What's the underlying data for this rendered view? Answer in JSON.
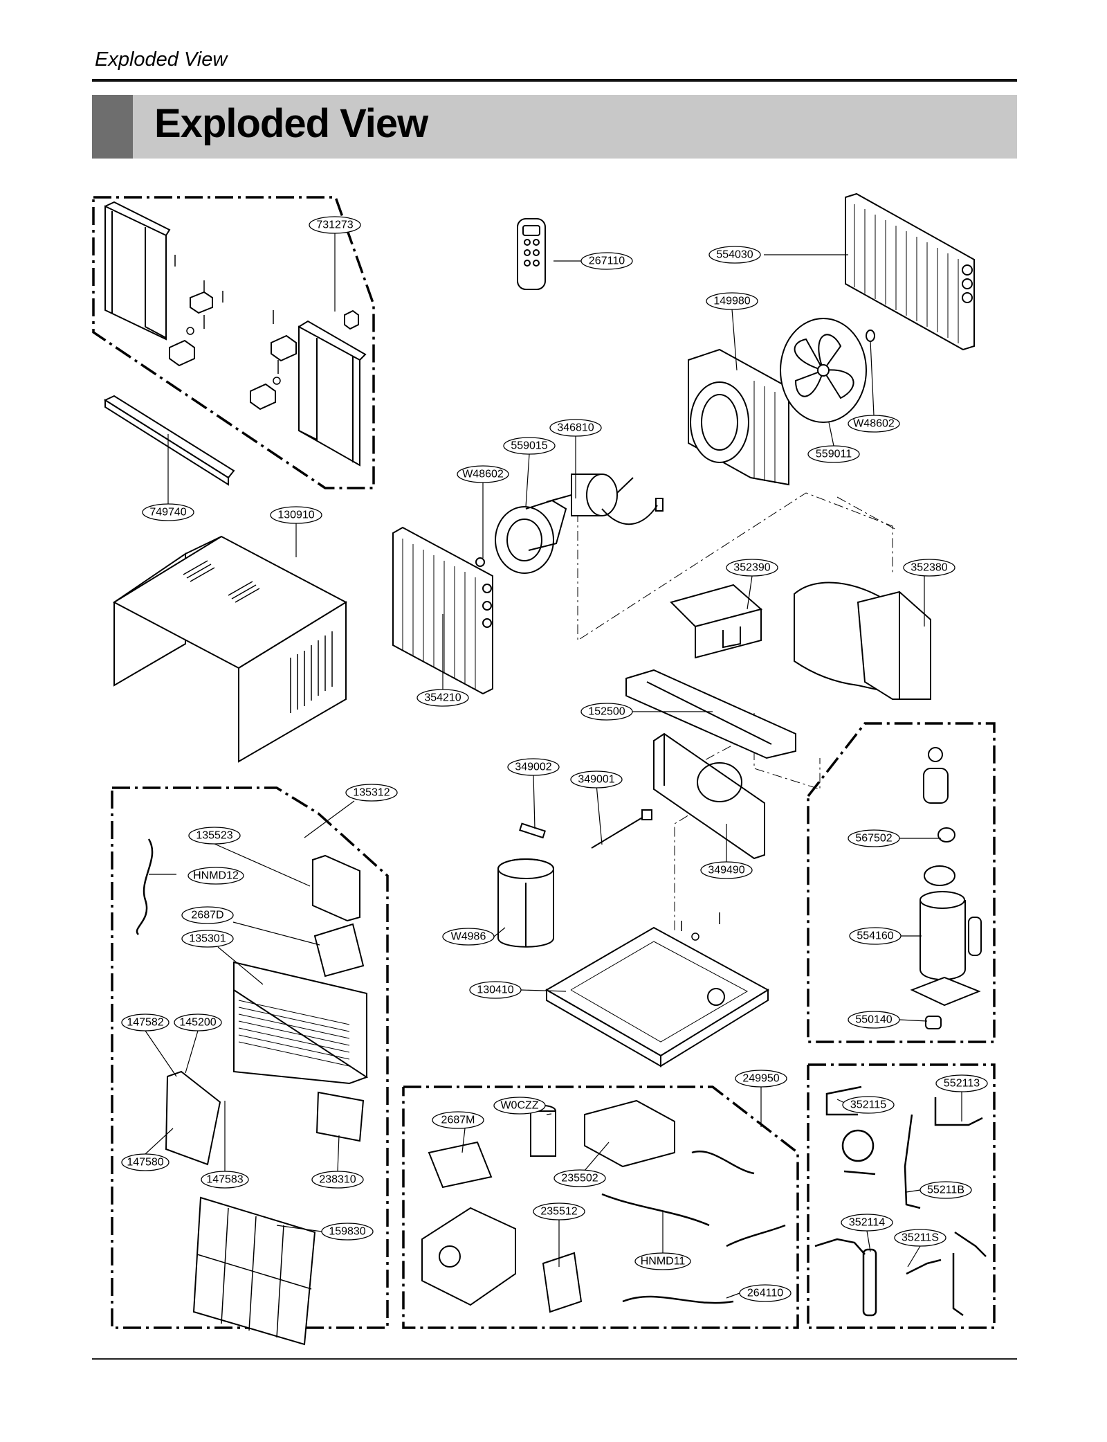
{
  "header": {
    "running_head": "Exploded View",
    "title": "Exploded View"
  },
  "parts": [
    {
      "id": "p731273",
      "label": "731273"
    },
    {
      "id": "p267110",
      "label": "267110"
    },
    {
      "id": "p554030",
      "label": "554030"
    },
    {
      "id": "p149980",
      "label": "149980"
    },
    {
      "id": "pW48602a",
      "label": "W48602"
    },
    {
      "id": "p559011",
      "label": "559011"
    },
    {
      "id": "p346810",
      "label": "346810"
    },
    {
      "id": "p559015",
      "label": "559015"
    },
    {
      "id": "pW48602b",
      "label": "W48602"
    },
    {
      "id": "p749740",
      "label": "749740"
    },
    {
      "id": "p130910",
      "label": "130910"
    },
    {
      "id": "p352390",
      "label": "352390"
    },
    {
      "id": "p352380",
      "label": "352380"
    },
    {
      "id": "p354210",
      "label": "354210"
    },
    {
      "id": "p152500",
      "label": "152500"
    },
    {
      "id": "p349002",
      "label": "349002"
    },
    {
      "id": "p349001",
      "label": "349001"
    },
    {
      "id": "p135312",
      "label": "135312"
    },
    {
      "id": "p135523",
      "label": "135523"
    },
    {
      "id": "pHNMD12",
      "label": "HNMD12"
    },
    {
      "id": "p2687D",
      "label": "2687D"
    },
    {
      "id": "p135301",
      "label": "135301"
    },
    {
      "id": "p567502",
      "label": "567502"
    },
    {
      "id": "p349490",
      "label": "349490"
    },
    {
      "id": "pW4986",
      "label": "W4986"
    },
    {
      "id": "p554160",
      "label": "554160"
    },
    {
      "id": "p130410",
      "label": "130410"
    },
    {
      "id": "p147582",
      "label": "147582"
    },
    {
      "id": "p145200",
      "label": "145200"
    },
    {
      "id": "p550140",
      "label": "550140"
    },
    {
      "id": "p249950",
      "label": "249950"
    },
    {
      "id": "p552113",
      "label": "552113"
    },
    {
      "id": "p352115",
      "label": "352115"
    },
    {
      "id": "pW0CZZ",
      "label": "W0CZZ"
    },
    {
      "id": "p2687M",
      "label": "2687M"
    },
    {
      "id": "p147580",
      "label": "147580"
    },
    {
      "id": "p147583",
      "label": "147583"
    },
    {
      "id": "p238310",
      "label": "238310"
    },
    {
      "id": "p235502",
      "label": "235502"
    },
    {
      "id": "p55211B",
      "label": "55211B"
    },
    {
      "id": "p235512",
      "label": "235512"
    },
    {
      "id": "p352114",
      "label": "352114"
    },
    {
      "id": "p35211S",
      "label": "35211S"
    },
    {
      "id": "p159830",
      "label": "159830"
    },
    {
      "id": "pHNMD11",
      "label": "HNMD11"
    },
    {
      "id": "p264110",
      "label": "264110"
    }
  ]
}
